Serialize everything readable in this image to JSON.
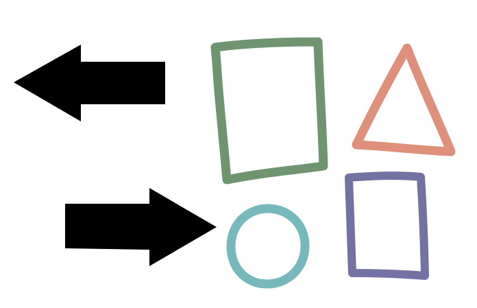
{
  "background": "#ffffff",
  "shapes": {
    "arrow_left": {
      "kind": "arrow",
      "direction": "left",
      "color": "#000000"
    },
    "arrow_right": {
      "kind": "arrow",
      "direction": "right",
      "color": "#000000"
    },
    "large_rectangle": {
      "kind": "rectangle",
      "style": "hand-drawn outline",
      "color": "#6e9470"
    },
    "triangle": {
      "kind": "triangle",
      "style": "hand-drawn outline",
      "color": "#de907a"
    },
    "small_rectangle": {
      "kind": "rectangle",
      "style": "hand-drawn outline",
      "color": "#7471a3"
    },
    "circle": {
      "kind": "circle",
      "style": "hand-drawn outline",
      "color": "#77b8bd"
    }
  }
}
